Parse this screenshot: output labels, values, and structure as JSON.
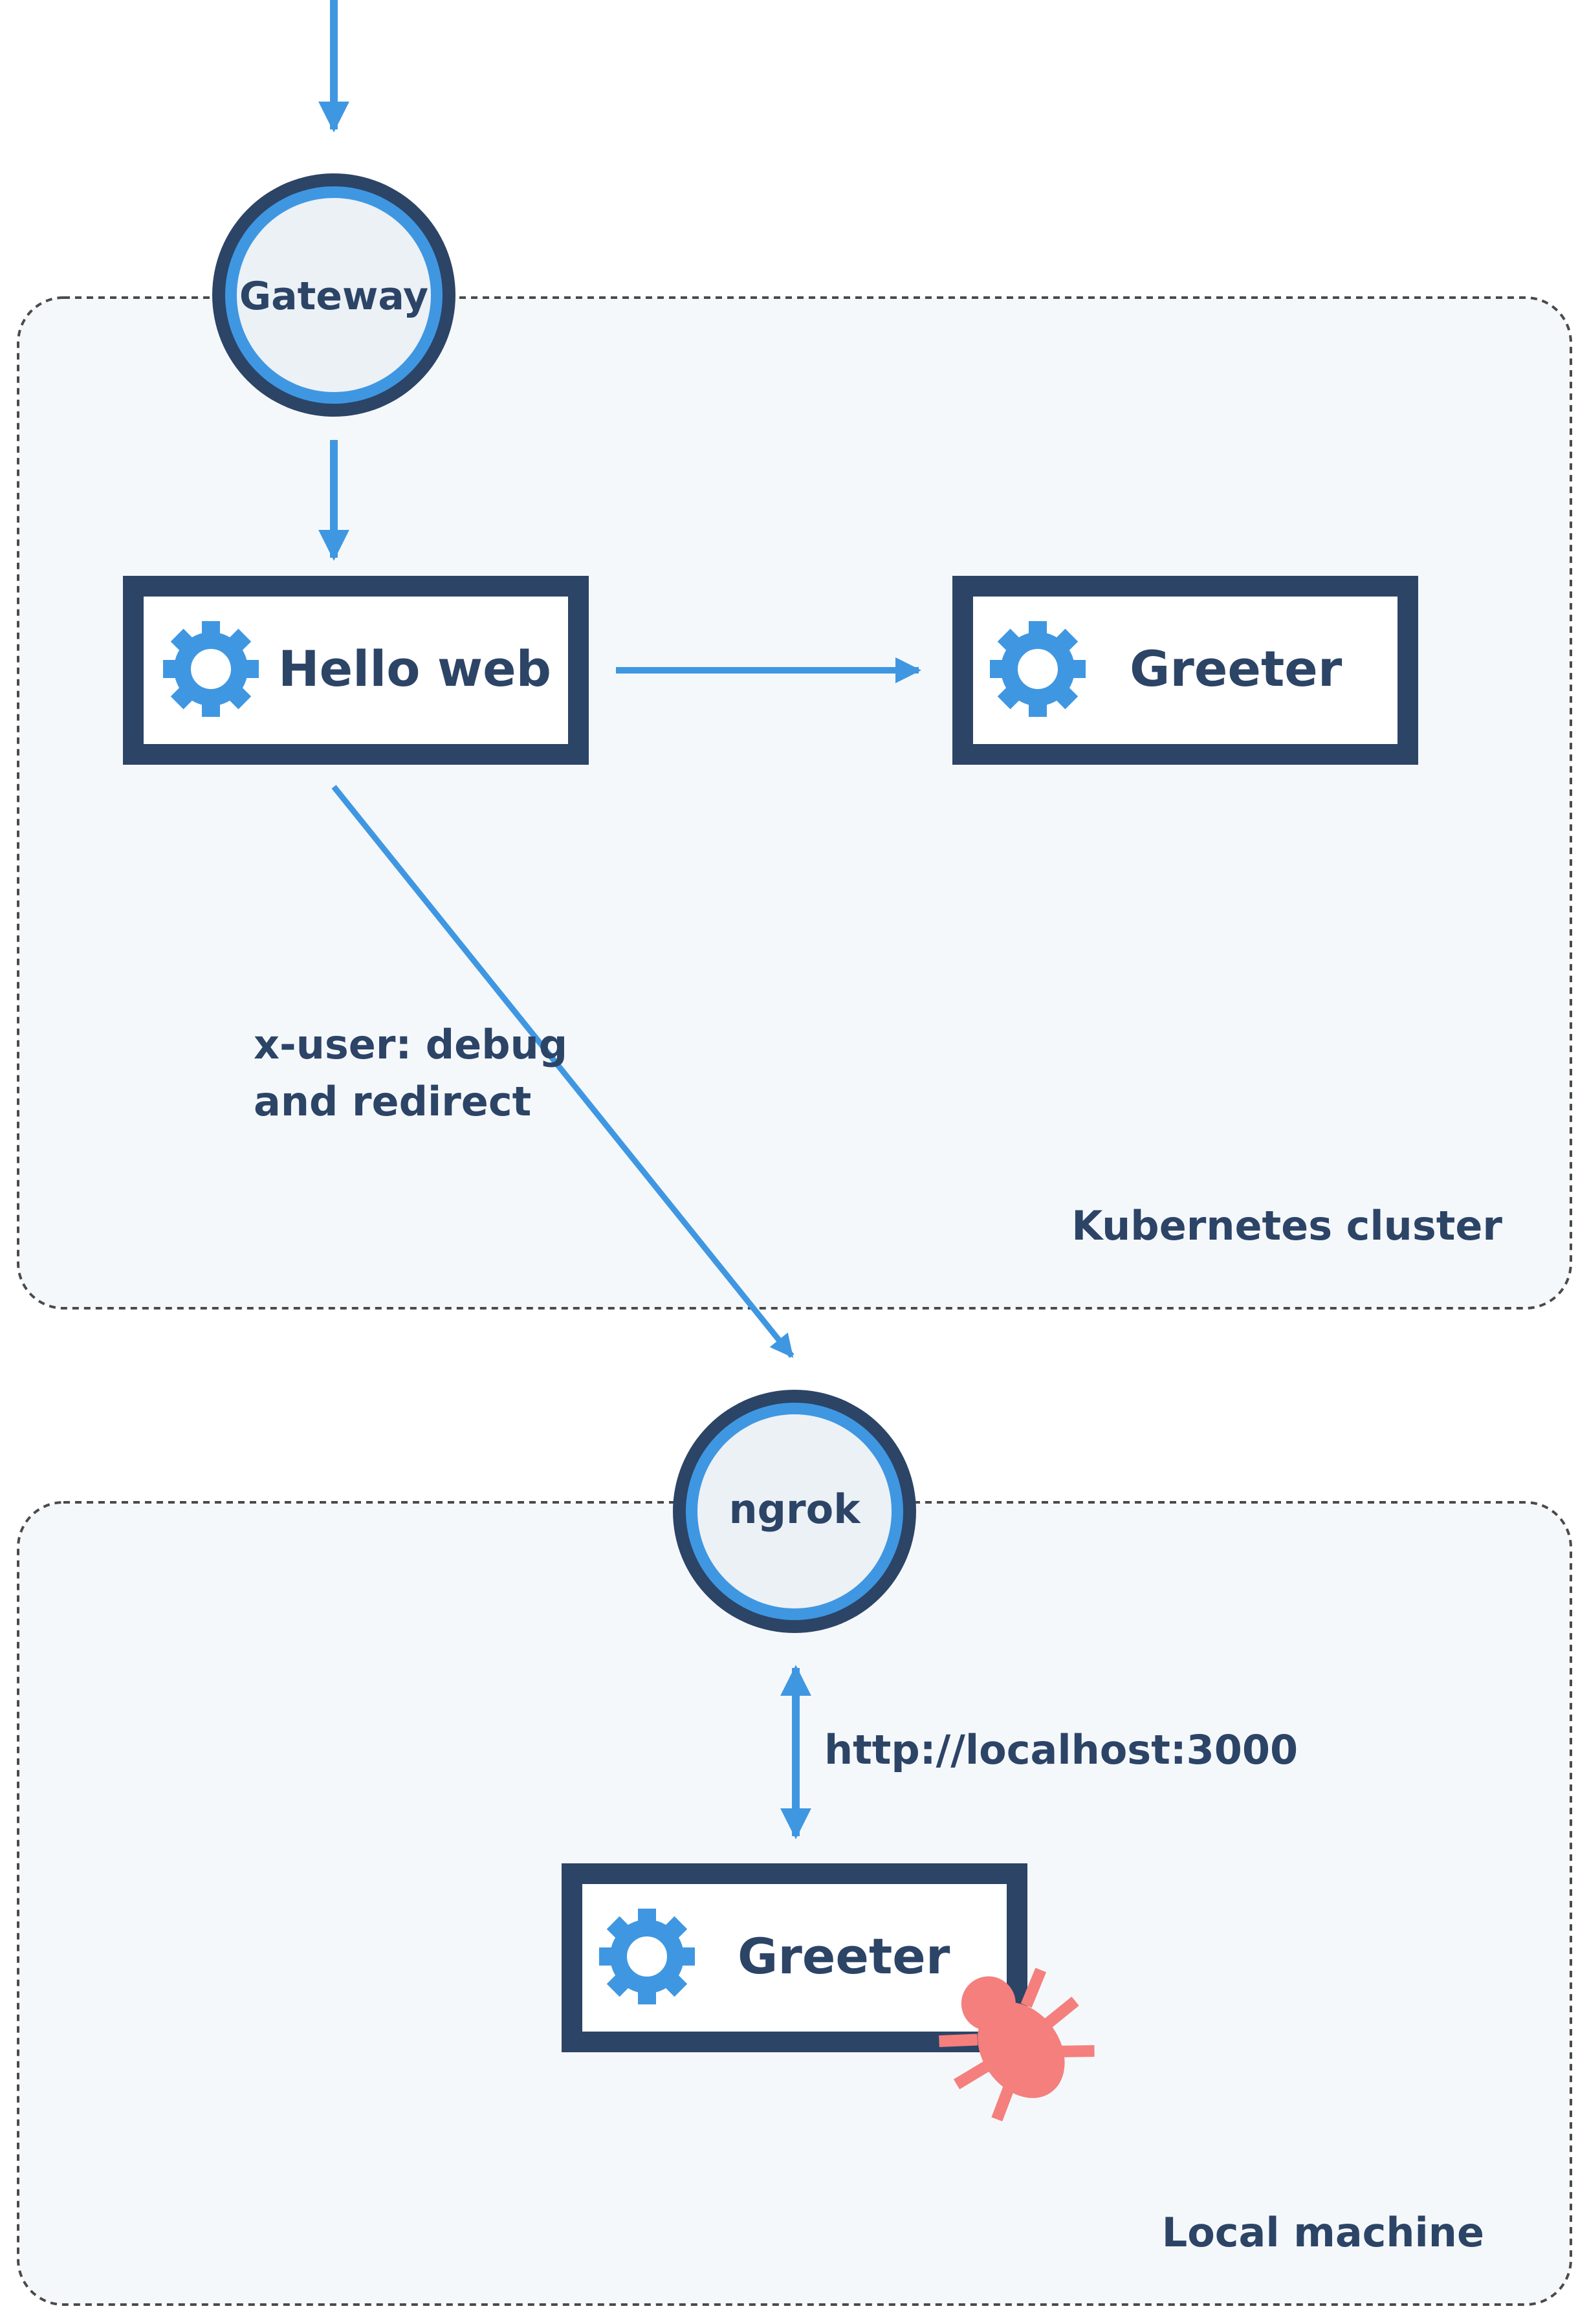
{
  "nodes": {
    "gateway": "Gateway",
    "hello_web": "Hello web",
    "greeter_cluster": "Greeter",
    "ngrok": "ngrok",
    "greeter_local": "Greeter"
  },
  "edge_labels": {
    "redirect_line1": "x-user: debug",
    "redirect_line2": "and redirect",
    "localhost": "http://localhost:3000"
  },
  "regions": {
    "cluster": "Kubernetes cluster",
    "local": "Local machine"
  },
  "icons": {
    "service": "gear-icon",
    "debug": "bug-icon"
  },
  "colors": {
    "navy": "#2c4466",
    "blue": "#3f97e2",
    "region_fill": "#f5f8fb",
    "node_fill": "#ecf1f6",
    "bug": "#f47f7d"
  }
}
